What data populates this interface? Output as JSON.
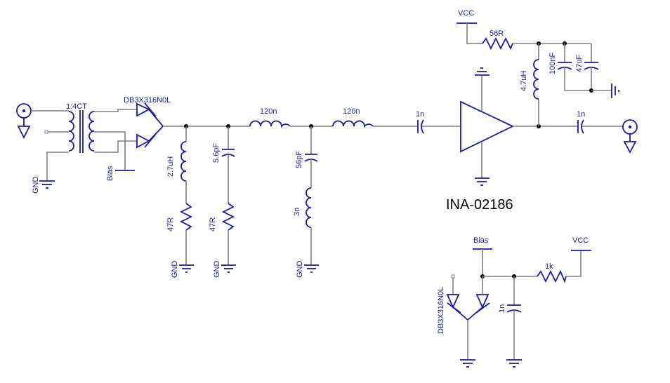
{
  "diagram": {
    "type": "RF schematic",
    "colors": {
      "symbol": "#1a1aa6",
      "wire": "#808080",
      "junction": "#000000",
      "part_label": "#000000"
    },
    "input": {
      "connector": "coax-input",
      "transformer_label": "1:4CT",
      "mixer_diode_label": "DB3X316N0L",
      "gnd_label": "GND",
      "bias_label": "Bias"
    },
    "filter": {
      "shunt1": {
        "inductor": "2.7uH",
        "resistor": "47R",
        "gnd": "GND"
      },
      "shunt2": {
        "capacitor": "5.6pF",
        "resistor": "47R",
        "gnd": "GND"
      },
      "series1": "120n",
      "shunt3": {
        "capacitor": "56pF",
        "inductor": "3n",
        "gnd": "GND"
      },
      "series2": "120n",
      "coupling_cap": "1n"
    },
    "amplifier": {
      "part": "INA-02186",
      "supply_label": "VCC",
      "supply_resistor": "56R",
      "choke": "4.7uH",
      "decoupling": [
        "100nF",
        "47uF"
      ],
      "output_cap": "1n"
    },
    "bias_circuit": {
      "bias_label": "Bias",
      "vcc_label": "VCC",
      "resistor": "1k",
      "capacitor": "1n",
      "diode_label": "DB3X316N0L"
    }
  }
}
